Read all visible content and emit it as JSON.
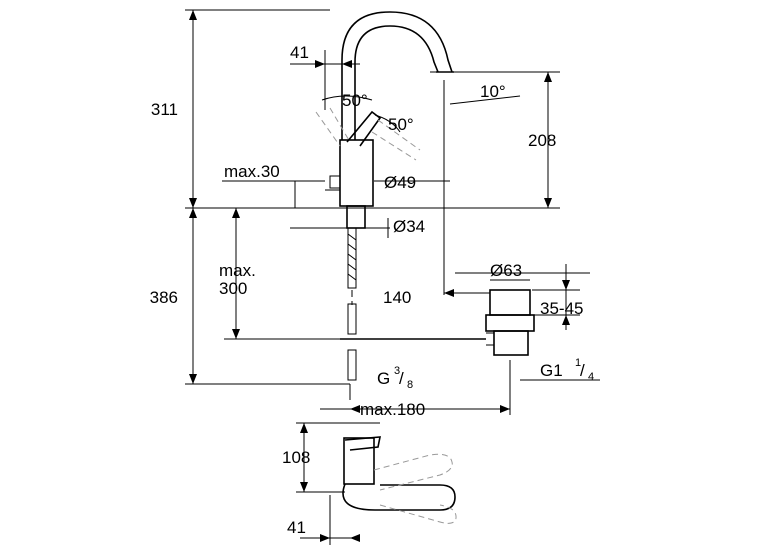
{
  "dimensions": {
    "top_height": "311",
    "spout_reach": "41",
    "swivel_angle_a": "50°",
    "swivel_angle_b": "50°",
    "spout_tilt": "10°",
    "spout_height": "208",
    "lever_clearance": "max.30",
    "body_diameter": "Ø49",
    "hole_diameter": "Ø34",
    "max_label": "max.",
    "max_deck": "300",
    "below_height": "386",
    "waste_diameter": "Ø63",
    "tail_offset": "140",
    "waste_range": "35-45",
    "waste_thread": "G1",
    "waste_thread_frac_num": "1",
    "waste_thread_frac_den": "4",
    "supply_thread": "G",
    "supply_thread_frac_num": "3",
    "supply_thread_frac_den": "8",
    "max_waste_reach": "max.180",
    "lever_height": "108",
    "lever_reach": "41"
  }
}
